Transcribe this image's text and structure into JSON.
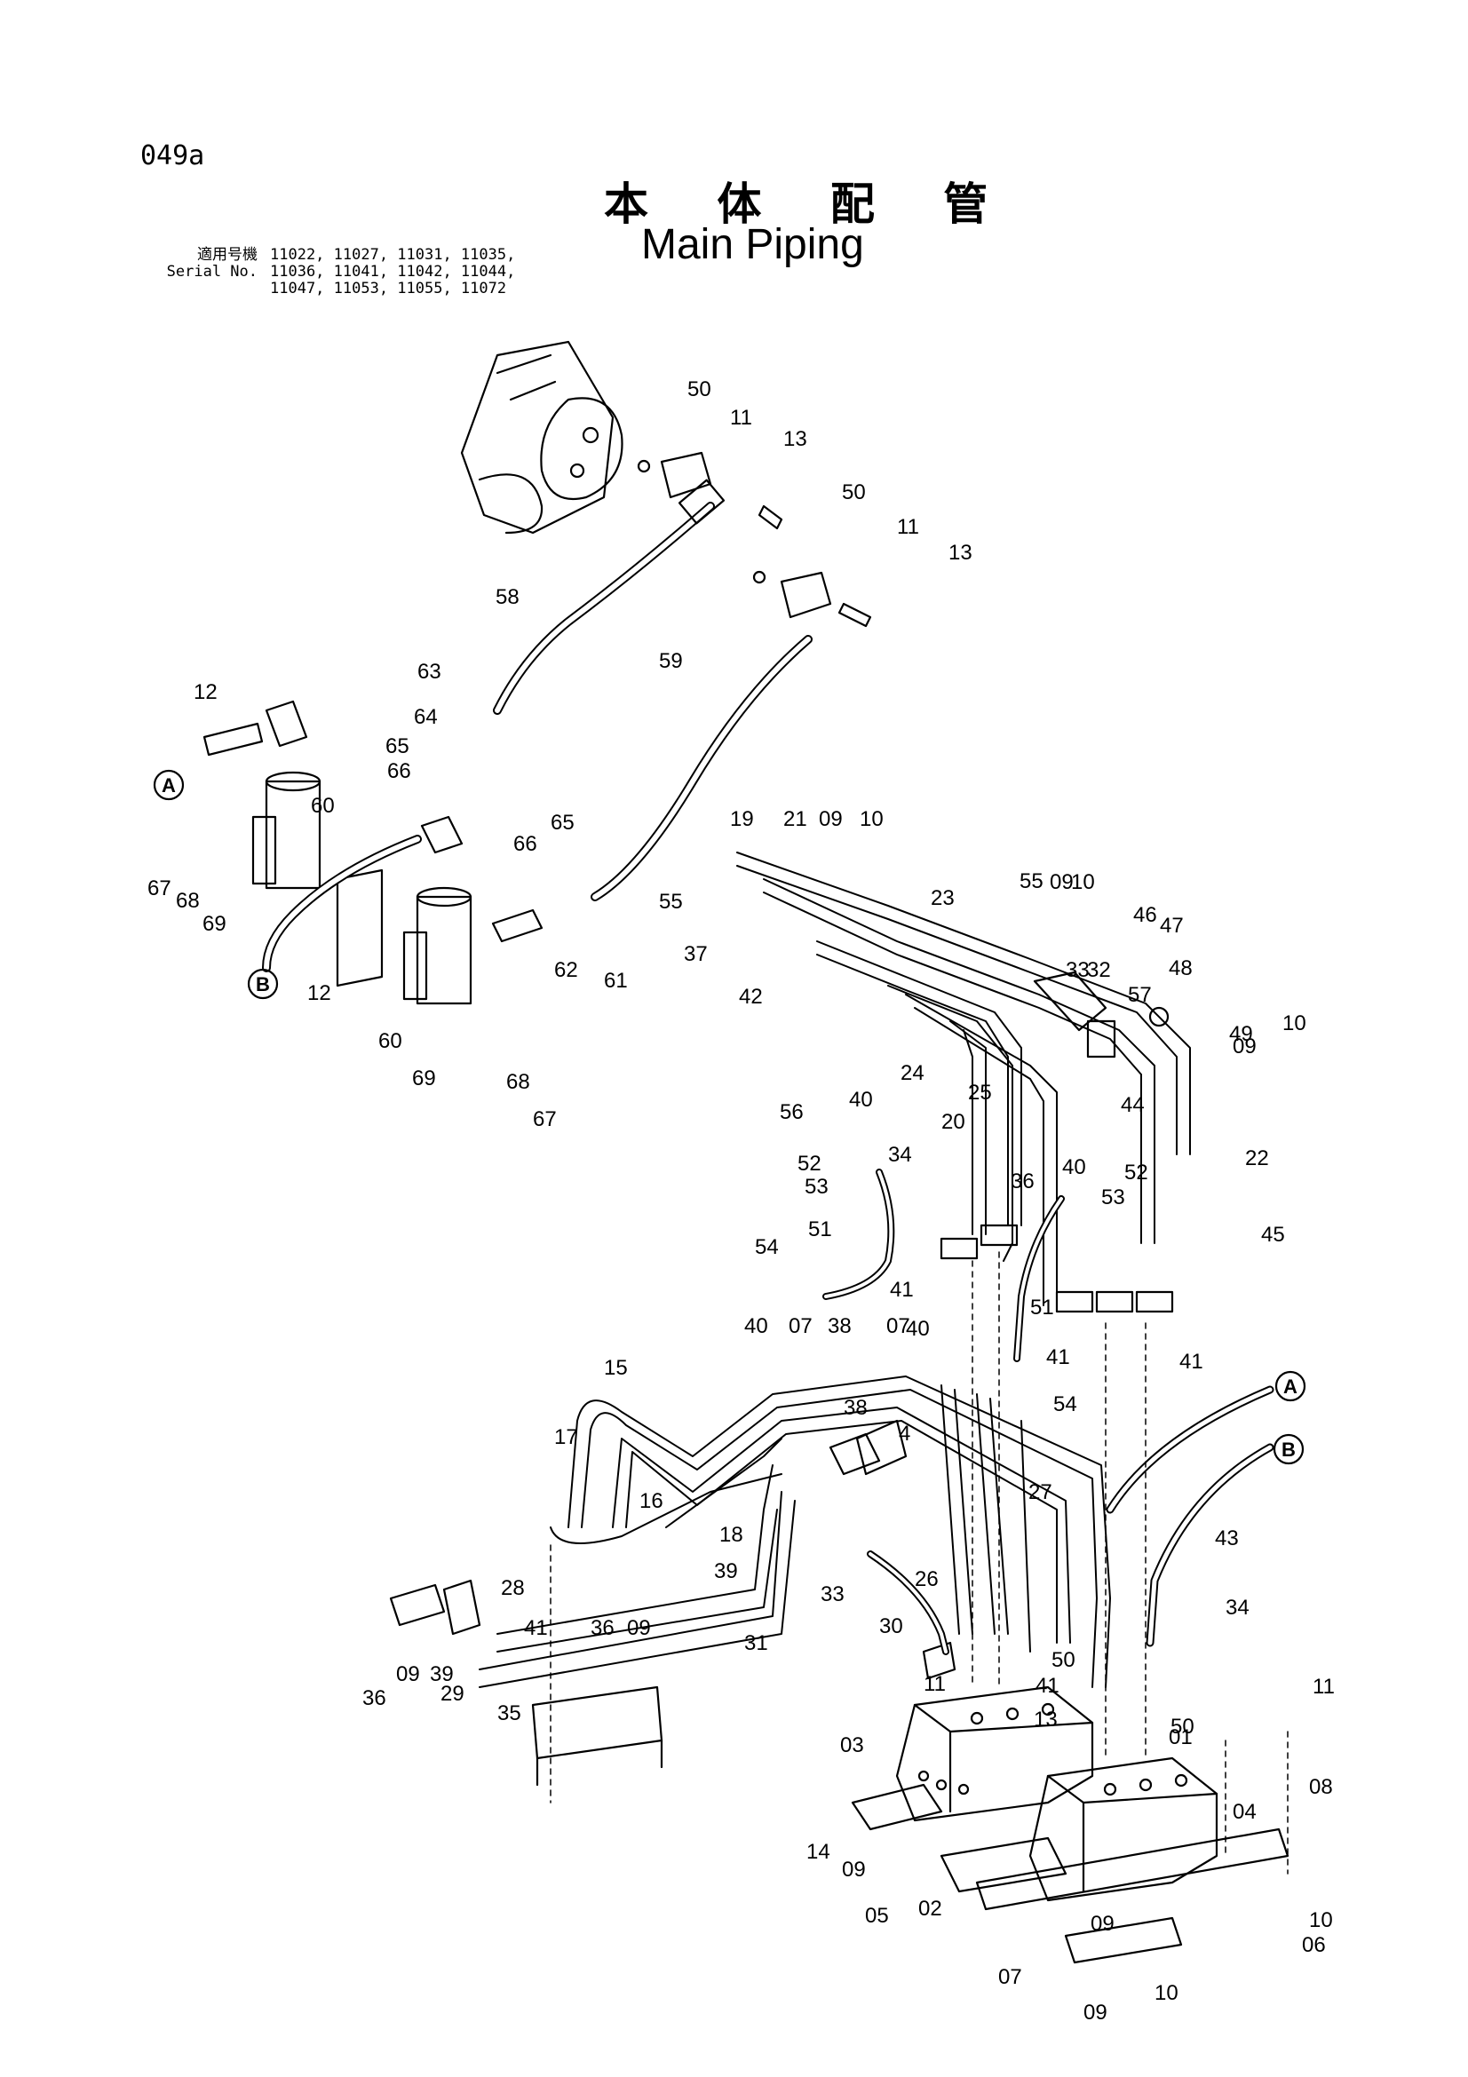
{
  "page_code": "049a",
  "title_jp": "本 体 配 管",
  "title_en": "Main Piping",
  "serial_label_jp": "適用号機",
  "serial_label_en": "Serial No.",
  "serial_lines": [
    "11022, 11027, 11031, 11035,",
    "11036, 11041, 11042, 11044,",
    "11047, 11053, 11055, 11072"
  ],
  "connectors": [
    "A",
    "B",
    "A",
    "B"
  ],
  "part_numbers": [
    "50",
    "11",
    "13",
    "50",
    "11",
    "13",
    "58",
    "59",
    "63",
    "64",
    "12",
    "65",
    "66",
    "60",
    "65",
    "66",
    "67",
    "68",
    "69",
    "62",
    "61",
    "12",
    "60",
    "69",
    "68",
    "67",
    "19",
    "21",
    "09",
    "10",
    "55",
    "23",
    "55",
    "09",
    "10",
    "37",
    "42",
    "33",
    "32",
    "46",
    "47",
    "48",
    "57",
    "10",
    "09",
    "49",
    "25",
    "56",
    "40",
    "24",
    "44",
    "20",
    "22",
    "36",
    "40",
    "52",
    "53",
    "52",
    "53",
    "45",
    "34",
    "51",
    "54",
    "41",
    "51",
    "41",
    "41",
    "40",
    "07",
    "38",
    "07",
    "40",
    "15",
    "54",
    "38",
    "4",
    "17",
    "16",
    "18",
    "27",
    "43",
    "39",
    "28",
    "41",
    "36",
    "09",
    "33",
    "26",
    "30",
    "34",
    "36",
    "09",
    "39",
    "29",
    "35",
    "31",
    "11",
    "50",
    "41",
    "13",
    "11",
    "50",
    "01",
    "03",
    "08",
    "04",
    "14",
    "09",
    "05",
    "02",
    "09",
    "10",
    "06",
    "07",
    "09",
    "10"
  ]
}
